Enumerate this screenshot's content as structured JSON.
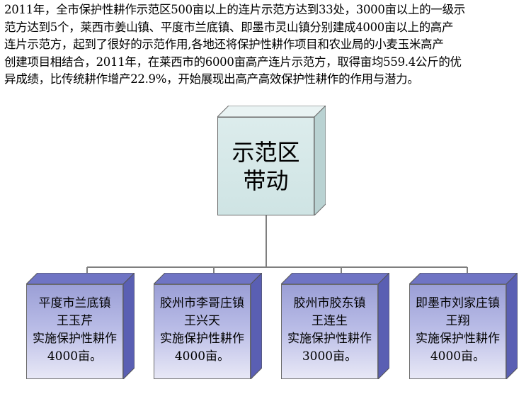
{
  "intro_lines": [
    "2011年，全市保护性耕作示范区500亩以上的连片示范方达到33处，3000亩以上的一级示",
    "范方达到5个，莱西市姜山镇、平度市兰底镇、即墨市灵山镇分别建成4000亩以上的高产",
    "连片示范方，起到了很好的示范作用,各地还将保护性耕作项目和农业局的小麦玉米高产",
    "创建项目相结合，2011年，在莱西市的6000亩高产连片示范方，取得亩均559.4公斤的优",
    "异成绩，比传统耕作增产22.9%，开始展现出高产高效保护性耕作的作用与潜力。"
  ],
  "root": {
    "line1": "示范区",
    "line2": "带动"
  },
  "children": [
    {
      "place": "平度市兰底镇",
      "person": "王玉芹",
      "action": "实施保护性耕作",
      "area": "4000亩。"
    },
    {
      "place": "胶州市李哥庄镇",
      "person": "王兴天",
      "action": "实施保护性耕作",
      "area": "4000亩。"
    },
    {
      "place": "胶州市胶东镇",
      "person": "王连生",
      "action": "实施保护性耕作",
      "area": "3000亩。"
    },
    {
      "place": "即墨市刘家庄镇",
      "person": "王翔",
      "action": "实施保护性耕作",
      "area": "4000亩。"
    }
  ],
  "colors": {
    "root_front": "#d6e9e9",
    "root_top": "#e9f3f3",
    "root_side": "#b9d2d2",
    "child_top": "#6f74c4",
    "child_side": "#5a5fb3",
    "connector": "#7f7f7f"
  }
}
